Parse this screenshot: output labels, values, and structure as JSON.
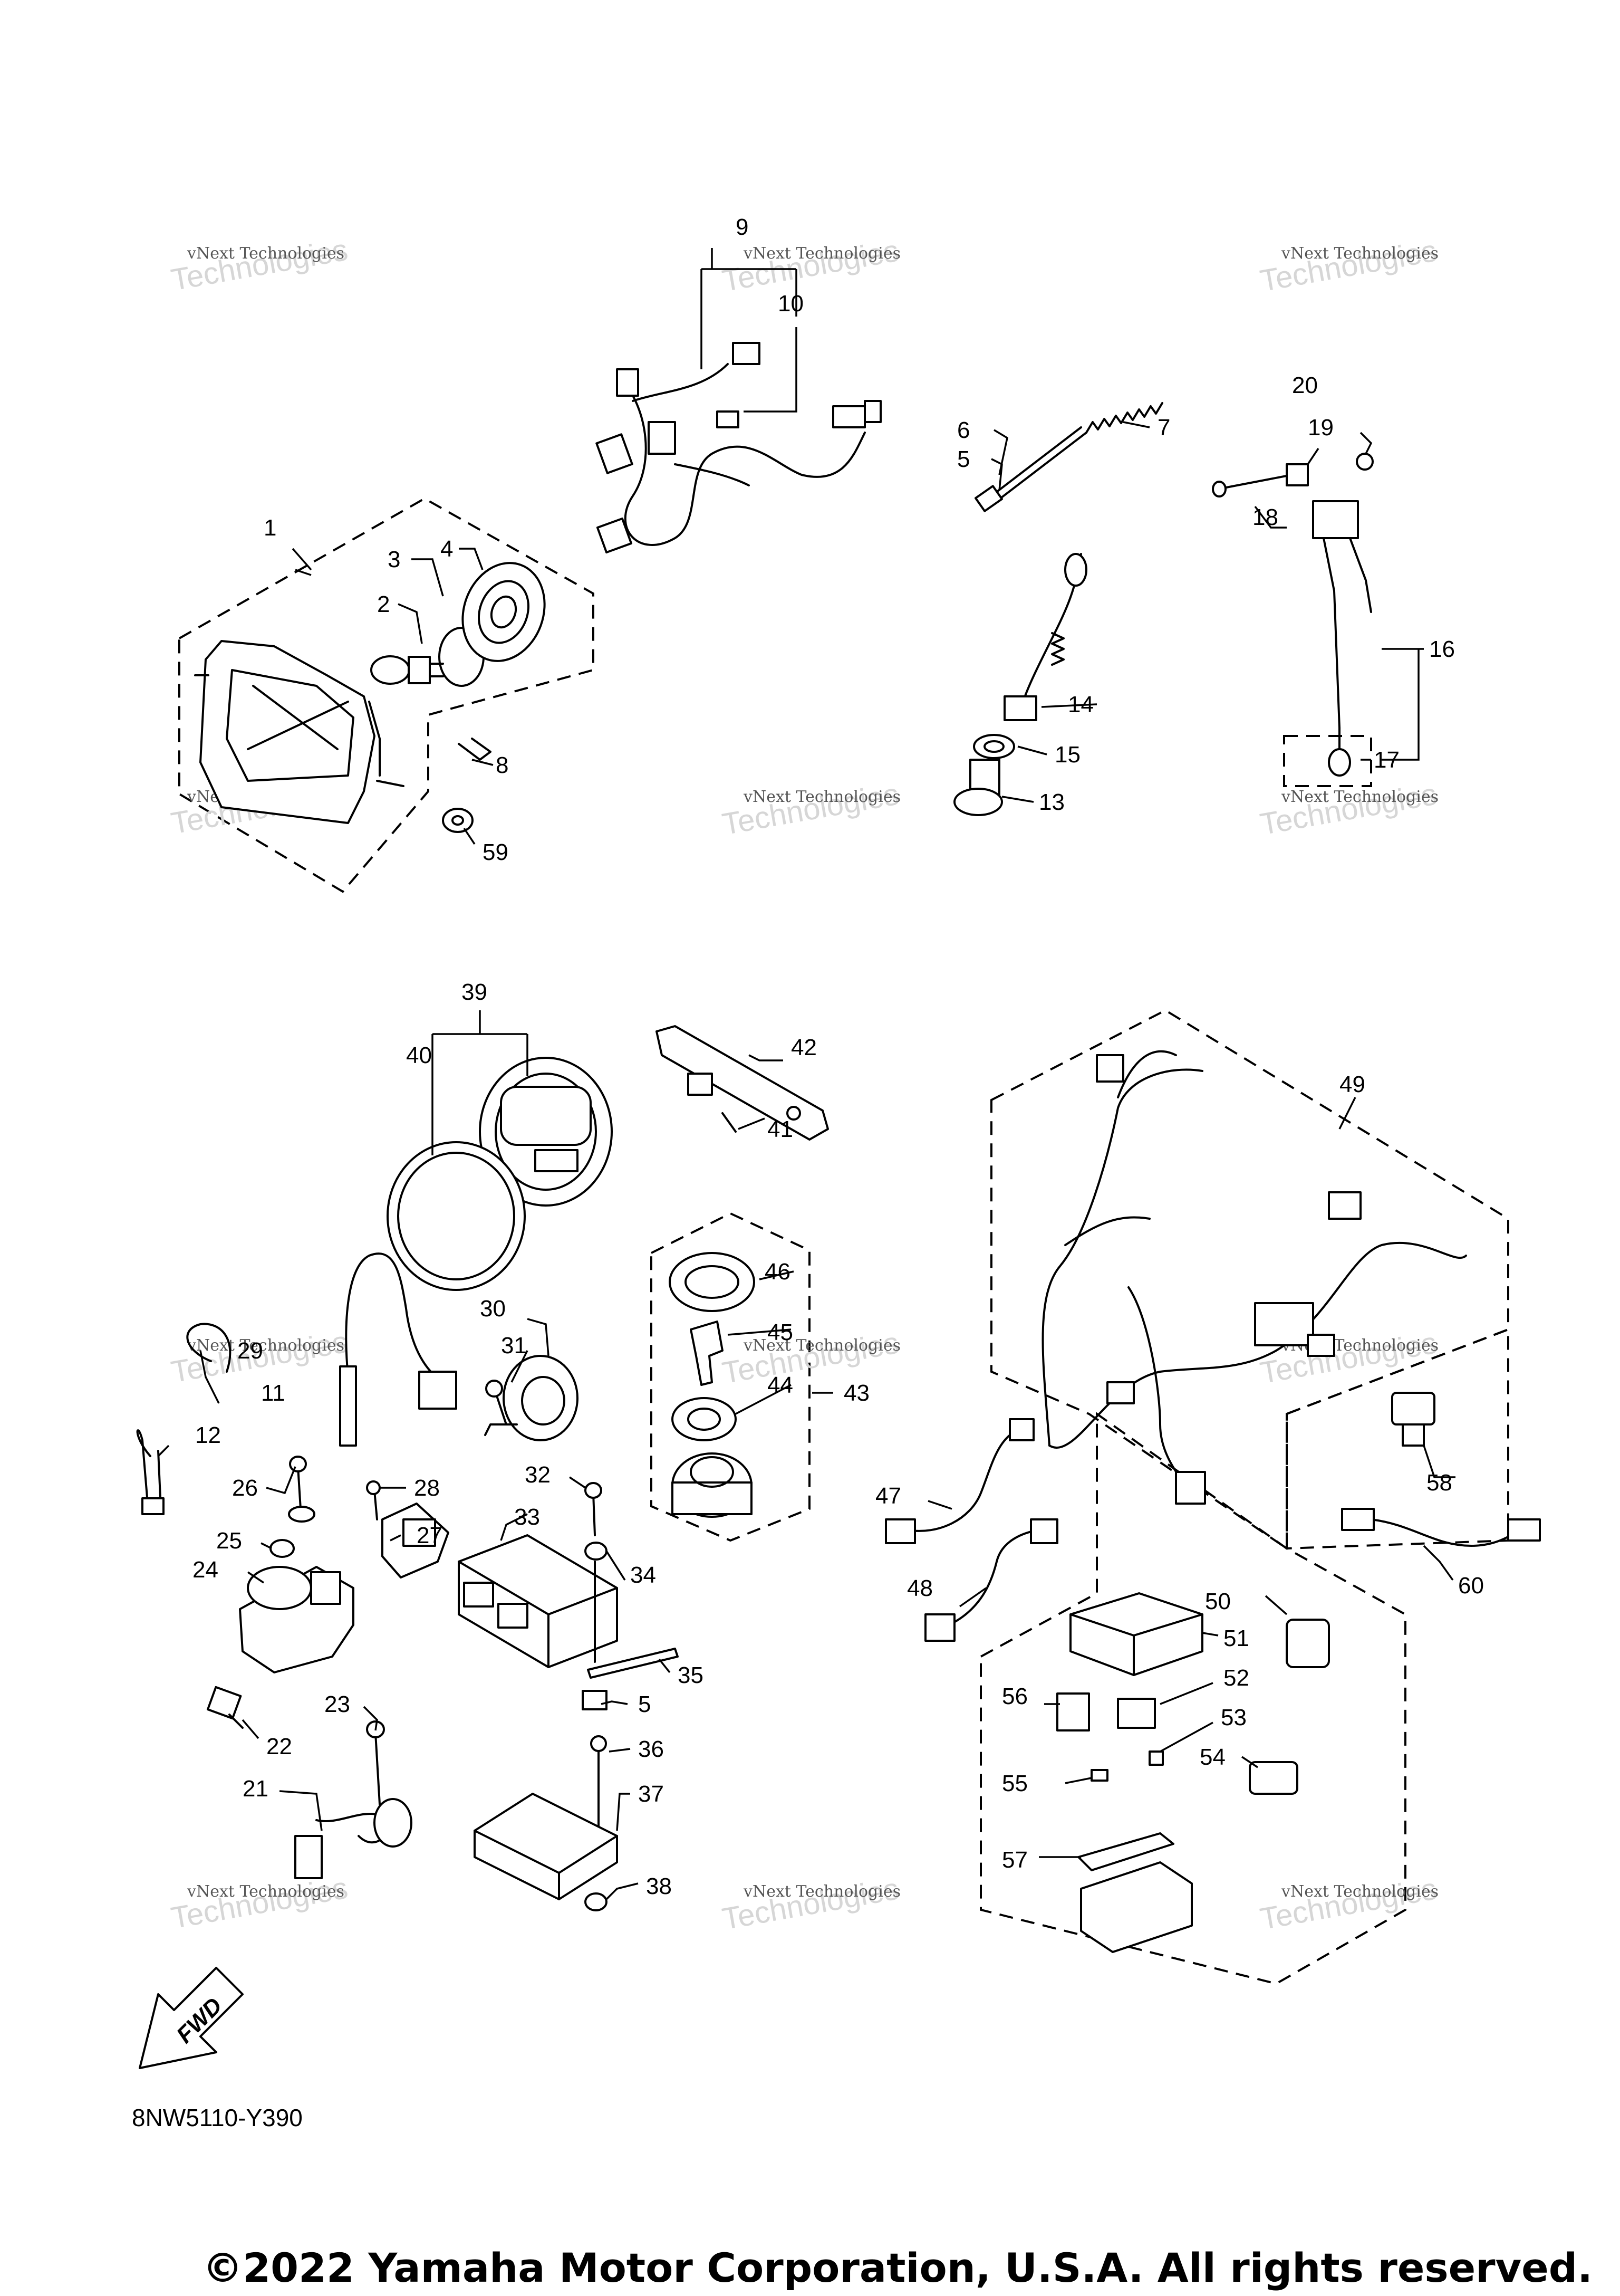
{
  "diagram_code": "8NW5110-Y390",
  "copyright": "©2022 Yamaha Motor Corporation, U.S.A. All rights reserved.",
  "fwd_label": "FWD",
  "watermark": {
    "line1": "vNext Technologies",
    "line2": "Technologies",
    "overlay": "vNext"
  },
  "callouts": [
    {
      "id": "1",
      "label": "1"
    },
    {
      "id": "2",
      "label": "2"
    },
    {
      "id": "3",
      "label": "3"
    },
    {
      "id": "4",
      "label": "4"
    },
    {
      "id": "5",
      "label": "5"
    },
    {
      "id": "5b",
      "label": "5"
    },
    {
      "id": "6",
      "label": "6"
    },
    {
      "id": "7",
      "label": "7"
    },
    {
      "id": "8",
      "label": "8"
    },
    {
      "id": "9",
      "label": "9"
    },
    {
      "id": "10",
      "label": "10"
    },
    {
      "id": "11",
      "label": "11"
    },
    {
      "id": "12",
      "label": "12"
    },
    {
      "id": "13",
      "label": "13"
    },
    {
      "id": "14",
      "label": "14"
    },
    {
      "id": "15",
      "label": "15"
    },
    {
      "id": "16",
      "label": "16"
    },
    {
      "id": "17",
      "label": "17"
    },
    {
      "id": "18",
      "label": "18"
    },
    {
      "id": "19",
      "label": "19"
    },
    {
      "id": "20",
      "label": "20"
    },
    {
      "id": "21",
      "label": "21"
    },
    {
      "id": "22",
      "label": "22"
    },
    {
      "id": "23",
      "label": "23"
    },
    {
      "id": "24",
      "label": "24"
    },
    {
      "id": "25",
      "label": "25"
    },
    {
      "id": "26",
      "label": "26"
    },
    {
      "id": "27",
      "label": "27"
    },
    {
      "id": "28",
      "label": "28"
    },
    {
      "id": "29",
      "label": "29"
    },
    {
      "id": "30",
      "label": "30"
    },
    {
      "id": "31",
      "label": "31"
    },
    {
      "id": "32",
      "label": "32"
    },
    {
      "id": "33",
      "label": "33"
    },
    {
      "id": "34",
      "label": "34"
    },
    {
      "id": "35",
      "label": "35"
    },
    {
      "id": "36",
      "label": "36"
    },
    {
      "id": "37",
      "label": "37"
    },
    {
      "id": "38",
      "label": "38"
    },
    {
      "id": "39",
      "label": "39"
    },
    {
      "id": "40",
      "label": "40"
    },
    {
      "id": "41",
      "label": "41"
    },
    {
      "id": "42",
      "label": "42"
    },
    {
      "id": "43",
      "label": "43"
    },
    {
      "id": "44",
      "label": "44"
    },
    {
      "id": "45",
      "label": "45"
    },
    {
      "id": "46",
      "label": "46"
    },
    {
      "id": "47",
      "label": "47"
    },
    {
      "id": "48",
      "label": "48"
    },
    {
      "id": "49",
      "label": "49"
    },
    {
      "id": "50",
      "label": "50"
    },
    {
      "id": "51",
      "label": "51"
    },
    {
      "id": "52",
      "label": "52"
    },
    {
      "id": "53",
      "label": "53"
    },
    {
      "id": "54",
      "label": "54"
    },
    {
      "id": "55",
      "label": "55"
    },
    {
      "id": "56",
      "label": "56"
    },
    {
      "id": "57",
      "label": "57"
    },
    {
      "id": "58",
      "label": "58"
    },
    {
      "id": "59",
      "label": "59"
    },
    {
      "id": "60",
      "label": "60"
    }
  ]
}
